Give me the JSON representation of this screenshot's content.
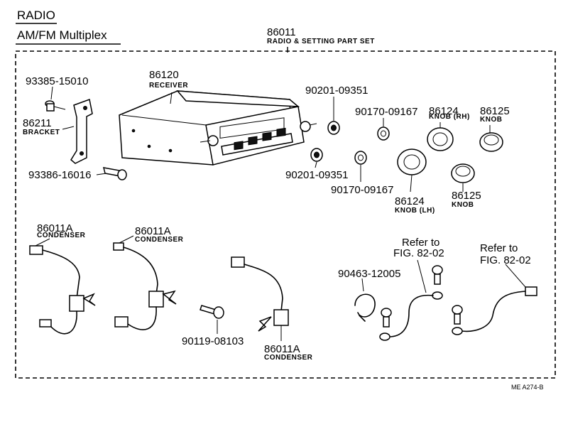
{
  "header": {
    "title": "RADIO",
    "subtitle": "AM/FM  Multiplex"
  },
  "set": {
    "number": "86011",
    "name": "RADIO & SETTING PART SET"
  },
  "parts": {
    "p93385": "93385-15010",
    "p86211": "86211",
    "p86211_name": "BRACKET",
    "p93386": "93386-16016",
    "p86120": "86120",
    "p86120_name": "RECEIVER",
    "p90201_top": "90201-09351",
    "p90201_bot": "90201-09351",
    "p90170_top": "90170-09167",
    "p90170_bot": "90170-09167",
    "p86124_rh": "86124",
    "p86124_rh_name": "KNOB (RH)",
    "p86125_top": "86125",
    "p86125_top_name": "KNOB",
    "p86124_lh": "86124",
    "p86124_lh_name": "KNOB (LH)",
    "p86125_bot": "86125",
    "p86125_bot_name": "KNOB",
    "cond1": "86011A",
    "cond1_name": "CONDENSER",
    "cond2": "86011A",
    "cond2_name": "CONDENSER",
    "cond3": "86011A",
    "cond3_name": "CONDENSER",
    "p90119": "90119-08103",
    "p90463": "90463-12005",
    "ref1_a": "Refer to",
    "ref1_b": "FIG. 82-02",
    "ref2_a": "Refer to",
    "ref2_b": "FIG. 82-02"
  },
  "footer": {
    "code": "ME  A274-B"
  }
}
